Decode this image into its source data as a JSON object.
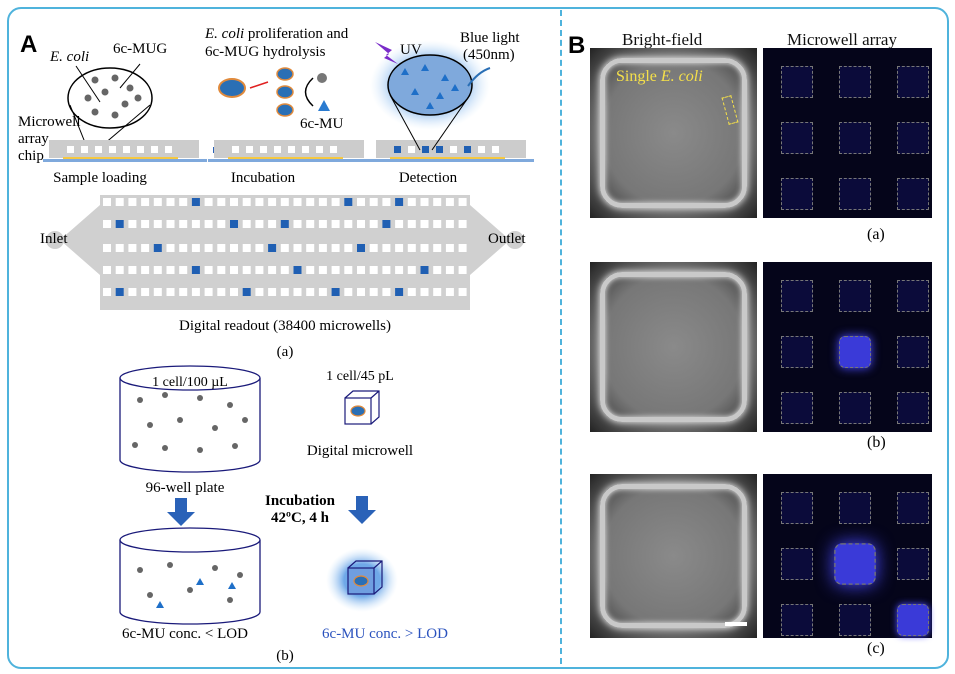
{
  "panelA": {
    "label": "A",
    "e_coli": "E. coli",
    "mug": "6c-MUG",
    "proliferation_line1_italic": "E. coli",
    "proliferation_line1_rest": " proliferation and",
    "proliferation_line2": "6c-MUG hydrolysis",
    "mu": "6c-MU",
    "uv": "UV",
    "blue_light_1": "Blue light",
    "blue_light_2": "(450nm)",
    "chip_label": [
      "Microwell",
      "array",
      "chip"
    ],
    "steps": [
      "Sample loading",
      "Incubation",
      "Detection"
    ],
    "inlet": "Inlet",
    "outlet": "Outlet",
    "readout": "Digital readout (38400 microwells)",
    "sub_a": "(a)",
    "plate_conc": "1 cell/100 µL",
    "plate_label": "96-well plate",
    "micro_conc": "1 cell/45 pL",
    "micro_label": "Digital microwell",
    "incubation": "Incubation",
    "incubation_cond": "42ºC, 4 h",
    "lod_low": "6c-MU conc. < LOD",
    "lod_high": "6c-MU conc. > LOD",
    "sub_b": "(b)"
  },
  "panelB": {
    "label": "B",
    "col_brightfield": "Bright-field",
    "col_microwell": "Microwell array",
    "single_prefix": "Single ",
    "single_italic": "E. coli",
    "sub_labels": [
      "(a)",
      "(b)",
      "(c)"
    ]
  },
  "colors": {
    "frame": "#4fb3dc",
    "well_blue": "#1f5fb3",
    "annotation_yellow": "#f5e04a",
    "lod_high_text": "#2a52be"
  }
}
